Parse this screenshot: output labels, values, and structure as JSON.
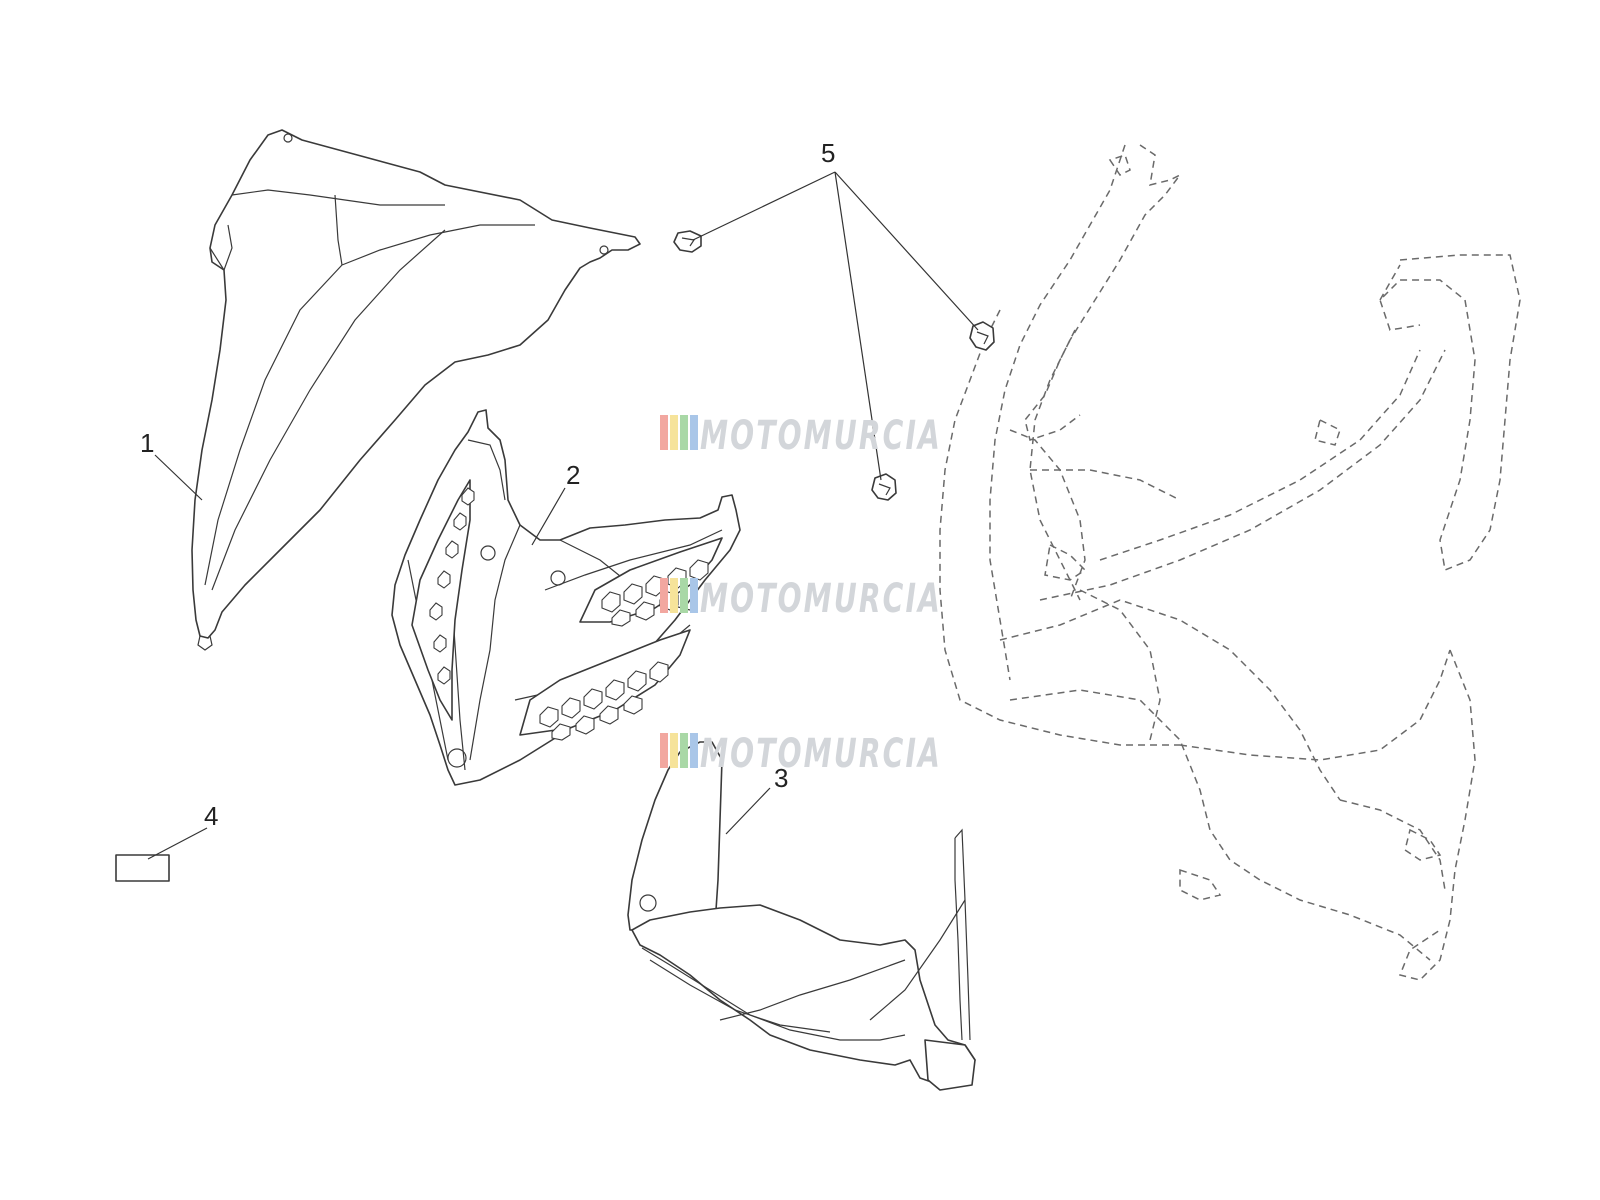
{
  "callouts": {
    "c1": "1",
    "c2": "2",
    "c3": "3",
    "c4": "4",
    "c5": "5"
  },
  "watermark": {
    "text": "MOTOMURCIA",
    "stripe_colors": [
      "#f2a7a0",
      "#f6e39a",
      "#a9d8a6",
      "#a9c6e8"
    ],
    "text_color": "#d3d6da"
  },
  "colors": {
    "line": "#3a3a3a",
    "ghost": "#6a6a6a",
    "background": "#ffffff"
  }
}
